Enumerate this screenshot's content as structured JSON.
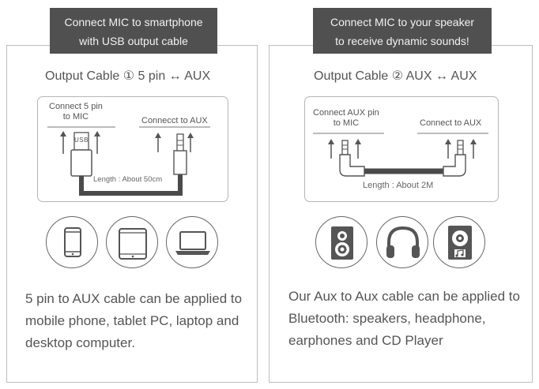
{
  "left": {
    "banner": {
      "line1": "Connect MIC to smartphone",
      "line2": "with USB output cable"
    },
    "cable_title": "Output Cable ①   5 pin ↔ AUX",
    "diagram": {
      "left_label_line1": "Connect 5 pin",
      "left_label_line2": "to MIC",
      "right_label": "Connecct to AUX",
      "length_label": "Length : About 50cm",
      "usb_text": "USB"
    },
    "icons": [
      "smartphone-icon",
      "tablet-icon",
      "laptop-icon"
    ],
    "description": [
      "5 pin to AUX cable can be applied to",
      "mobile phone, tablet PC, laptop and",
      "desktop computer."
    ]
  },
  "right": {
    "banner": {
      "line1": "Connect MIC to your speaker",
      "line2": "to receive dynamic sounds!"
    },
    "cable_title": "Output Cable ②   AUX ↔ AUX",
    "diagram": {
      "left_label_line1": "Connect AUX pin",
      "left_label_line2": "to MIC",
      "right_label": "Connect to AUX",
      "length_label": "Length : About 2M"
    },
    "icons": [
      "speaker-icon",
      "headphone-icon",
      "cd-player-icon"
    ],
    "description": [
      "Our Aux to Aux cable can be applied to",
      "Bluetooth: speakers, headphone,",
      "earphones and CD Player"
    ]
  },
  "colors": {
    "banner_bg": "#505050",
    "banner_text": "#f2f2f2",
    "line": "#555555",
    "cable": "#4a4a4a"
  }
}
